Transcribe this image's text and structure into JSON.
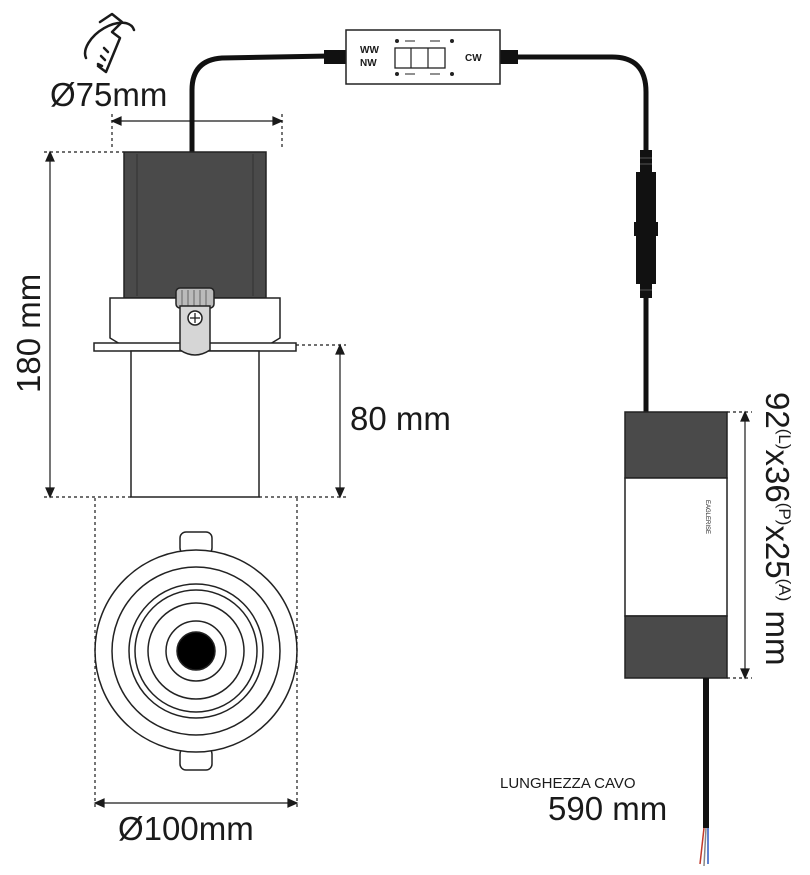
{
  "diagram": {
    "cutout_diameter": "Ø75mm",
    "height_total": "180 mm",
    "height_lower": "80 mm",
    "diameter": "Ø100mm",
    "switch": {
      "left_top": "WW",
      "left_bottom": "NW",
      "right": "CW"
    },
    "driver_brand": "EAGLERISE",
    "driver_dims": {
      "l": "92",
      "l_sup": "(L)",
      "x1": "x36",
      "p_sup": "(P)",
      "x2": "x25",
      "a_sup": "(A)",
      "unit": " mm"
    },
    "cable_label": "LUNGHEZZA CAVO",
    "cable_length": "590 mm"
  }
}
